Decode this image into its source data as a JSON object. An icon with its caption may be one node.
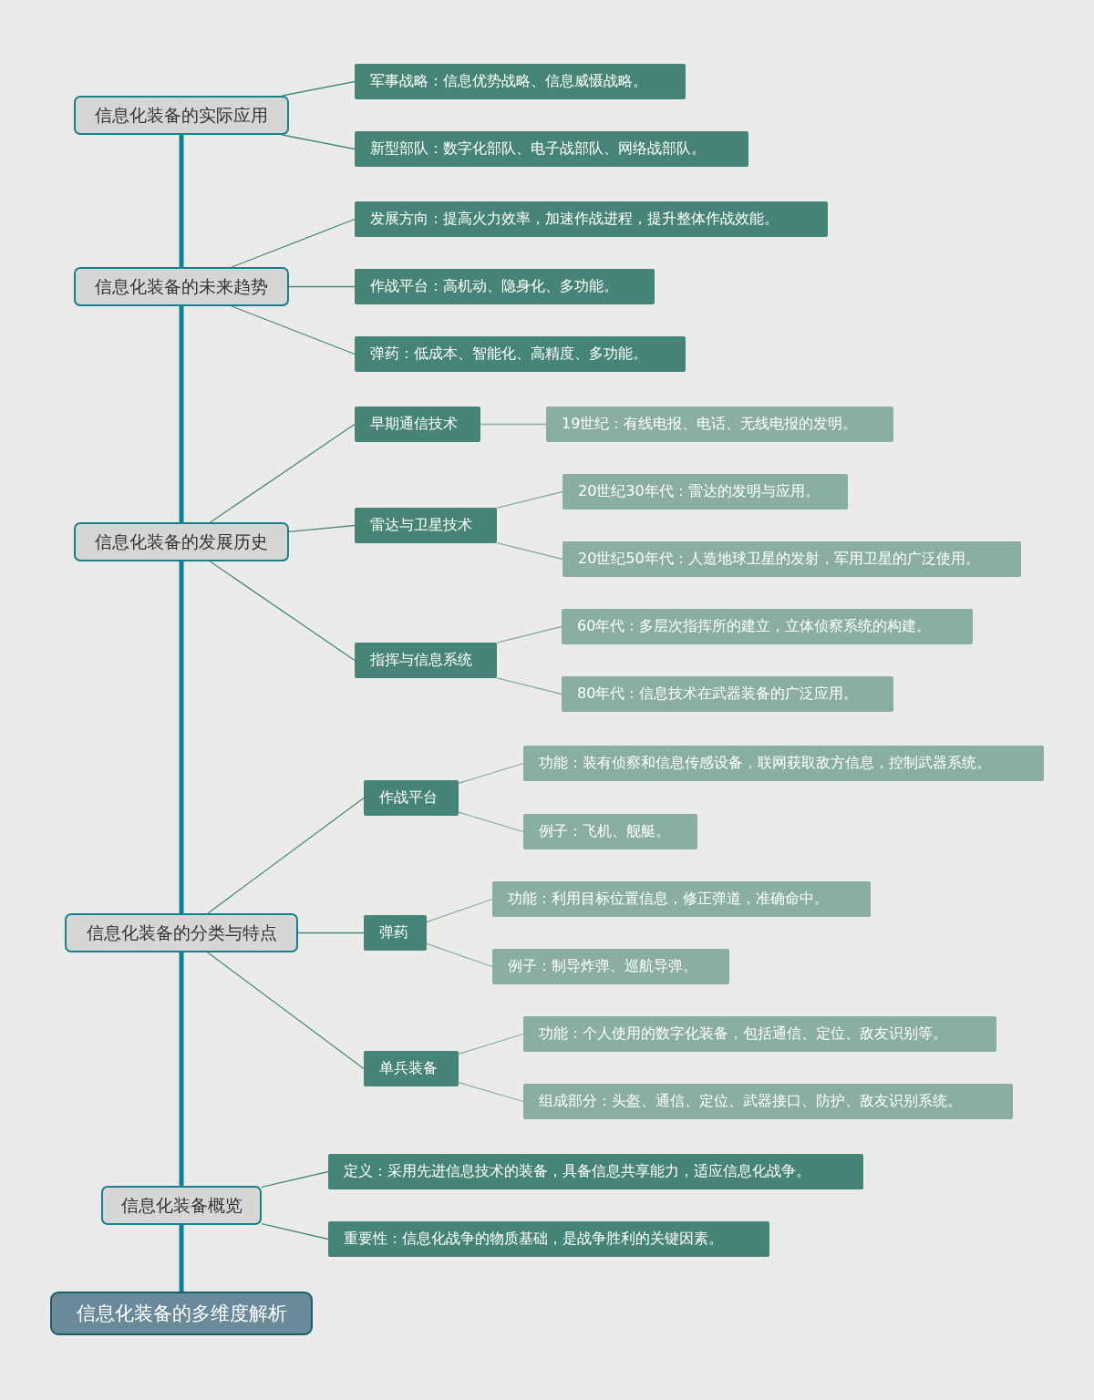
{
  "diagram": {
    "nodes": [
      {
        "text": [
          "信息化装备的实际应用"
        ]
      },
      {
        "text": [
          "军事战略：信息优势战略、信息威慑战略。"
        ]
      },
      {
        "text": [
          "新型部队：数字化部队、电子战部队、网络战部队。"
        ]
      },
      {
        "text": [
          "信息化装备的未来趋势"
        ]
      },
      {
        "text": [
          "发展方向：提高火力效率，加速作战进程，提升整体作战效能。"
        ]
      },
      {
        "text": [
          "作战平台：高机动、隐身化、多功能。"
        ]
      },
      {
        "text": [
          "弹药：低成本、智能化、高精度、多功能。"
        ]
      },
      {
        "text": [
          "信息化装备的发展历史"
        ]
      },
      {
        "text": [
          "早期通信技术"
        ]
      },
      {
        "text": [
          "19世纪：有线电报、电话、无线电报的发明。"
        ]
      },
      {
        "text": [
          "雷达与卫星技术"
        ]
      },
      {
        "text": [
          "20世纪30年代：雷达的发明与应用。"
        ]
      },
      {
        "text": [
          "20世纪50年代：人造地球卫星的发射，军用卫星的广泛使用。"
        ]
      },
      {
        "text": [
          "指挥与信息系统"
        ]
      },
      {
        "text": [
          "60年代：多层次指挥所的建立，立体侦察系统的构建。"
        ]
      },
      {
        "text": [
          "80年代：信息技术在武器装备的广泛应用。"
        ]
      },
      {
        "text": [
          "信息化装备的分类与特点"
        ]
      },
      {
        "text": [
          "作战平台"
        ]
      },
      {
        "text": [
          "功能：装有侦察和信息传感设备，联网获取敌方信息，控制武器系统。"
        ]
      },
      {
        "text": [
          "例子：飞机、舰艇。"
        ]
      },
      {
        "text": [
          "弹药"
        ]
      },
      {
        "text": [
          "功能：利用目标位置信息，修正弹道，准确命中。"
        ]
      },
      {
        "text": [
          "例子：制导炸弹、巡航导弹。"
        ]
      },
      {
        "text": [
          "单兵装备"
        ]
      },
      {
        "text": [
          "功能：个人使用的数字化装备，包括通信、定位、敌友识别等。"
        ]
      },
      {
        "text": [
          "组成部分：头盔、通信、定位、武器接口、防护、敌友识别系统。"
        ]
      },
      {
        "text": [
          "信息化装备概览"
        ]
      },
      {
        "text": [
          "定义：采用先进信息技术的装备，具备信息共享能力，适应信息化战争。"
        ]
      },
      {
        "text": [
          "重要性：信息化战争的物质基础，是战争胜利的关键因素。"
        ]
      },
      {
        "text": [
          "信息化装备的多维度解析"
        ]
      }
    ],
    "edges": [
      {
        "from": 29,
        "to": 26,
        "arrow": "none",
        "style": "thick",
        "color": "#13808e"
      },
      {
        "from": 26,
        "to": 16,
        "arrow": "none",
        "style": "thick",
        "color": "#13808e"
      },
      {
        "from": 16,
        "to": 7,
        "arrow": "none",
        "style": "thick",
        "color": "#13808e"
      },
      {
        "from": 7,
        "to": 3,
        "arrow": "none",
        "style": "thick",
        "color": "#13808e"
      },
      {
        "from": 3,
        "to": 0,
        "arrow": "none",
        "style": "thick",
        "color": "#13808e"
      },
      {
        "from": 0,
        "to": 1,
        "arrow": "none"
      },
      {
        "from": 0,
        "to": 2,
        "arrow": "none"
      },
      {
        "from": 3,
        "to": 4,
        "arrow": "none"
      },
      {
        "from": 3,
        "to": 5,
        "arrow": "none"
      },
      {
        "from": 3,
        "to": 6,
        "arrow": "none"
      },
      {
        "from": 7,
        "to": 8,
        "arrow": "none"
      },
      {
        "from": 8,
        "to": 9,
        "arrow": "none",
        "color": "#8aae9f"
      },
      {
        "from": 7,
        "to": 10,
        "arrow": "none"
      },
      {
        "from": 10,
        "to": 11,
        "arrow": "none",
        "color": "#8aae9f"
      },
      {
        "from": 10,
        "to": 12,
        "arrow": "none",
        "color": "#8aae9f"
      },
      {
        "from": 7,
        "to": 13,
        "arrow": "none"
      },
      {
        "from": 13,
        "to": 14,
        "arrow": "none",
        "color": "#8aae9f"
      },
      {
        "from": 13,
        "to": 15,
        "arrow": "none",
        "color": "#8aae9f"
      },
      {
        "from": 16,
        "to": 17,
        "arrow": "none"
      },
      {
        "from": 17,
        "to": 18,
        "arrow": "none",
        "color": "#8aae9f"
      },
      {
        "from": 17,
        "to": 19,
        "arrow": "none",
        "color": "#8aae9f"
      },
      {
        "from": 16,
        "to": 20,
        "arrow": "none"
      },
      {
        "from": 20,
        "to": 21,
        "arrow": "none",
        "color": "#8aae9f"
      },
      {
        "from": 20,
        "to": 22,
        "arrow": "none",
        "color": "#8aae9f"
      },
      {
        "from": 16,
        "to": 23,
        "arrow": "none"
      },
      {
        "from": 23,
        "to": 24,
        "arrow": "none",
        "color": "#8aae9f"
      },
      {
        "from": 23,
        "to": 25,
        "arrow": "none",
        "color": "#8aae9f"
      },
      {
        "from": 26,
        "to": 27,
        "arrow": "none"
      },
      {
        "from": 26,
        "to": 28,
        "arrow": "none"
      }
    ]
  }
}
